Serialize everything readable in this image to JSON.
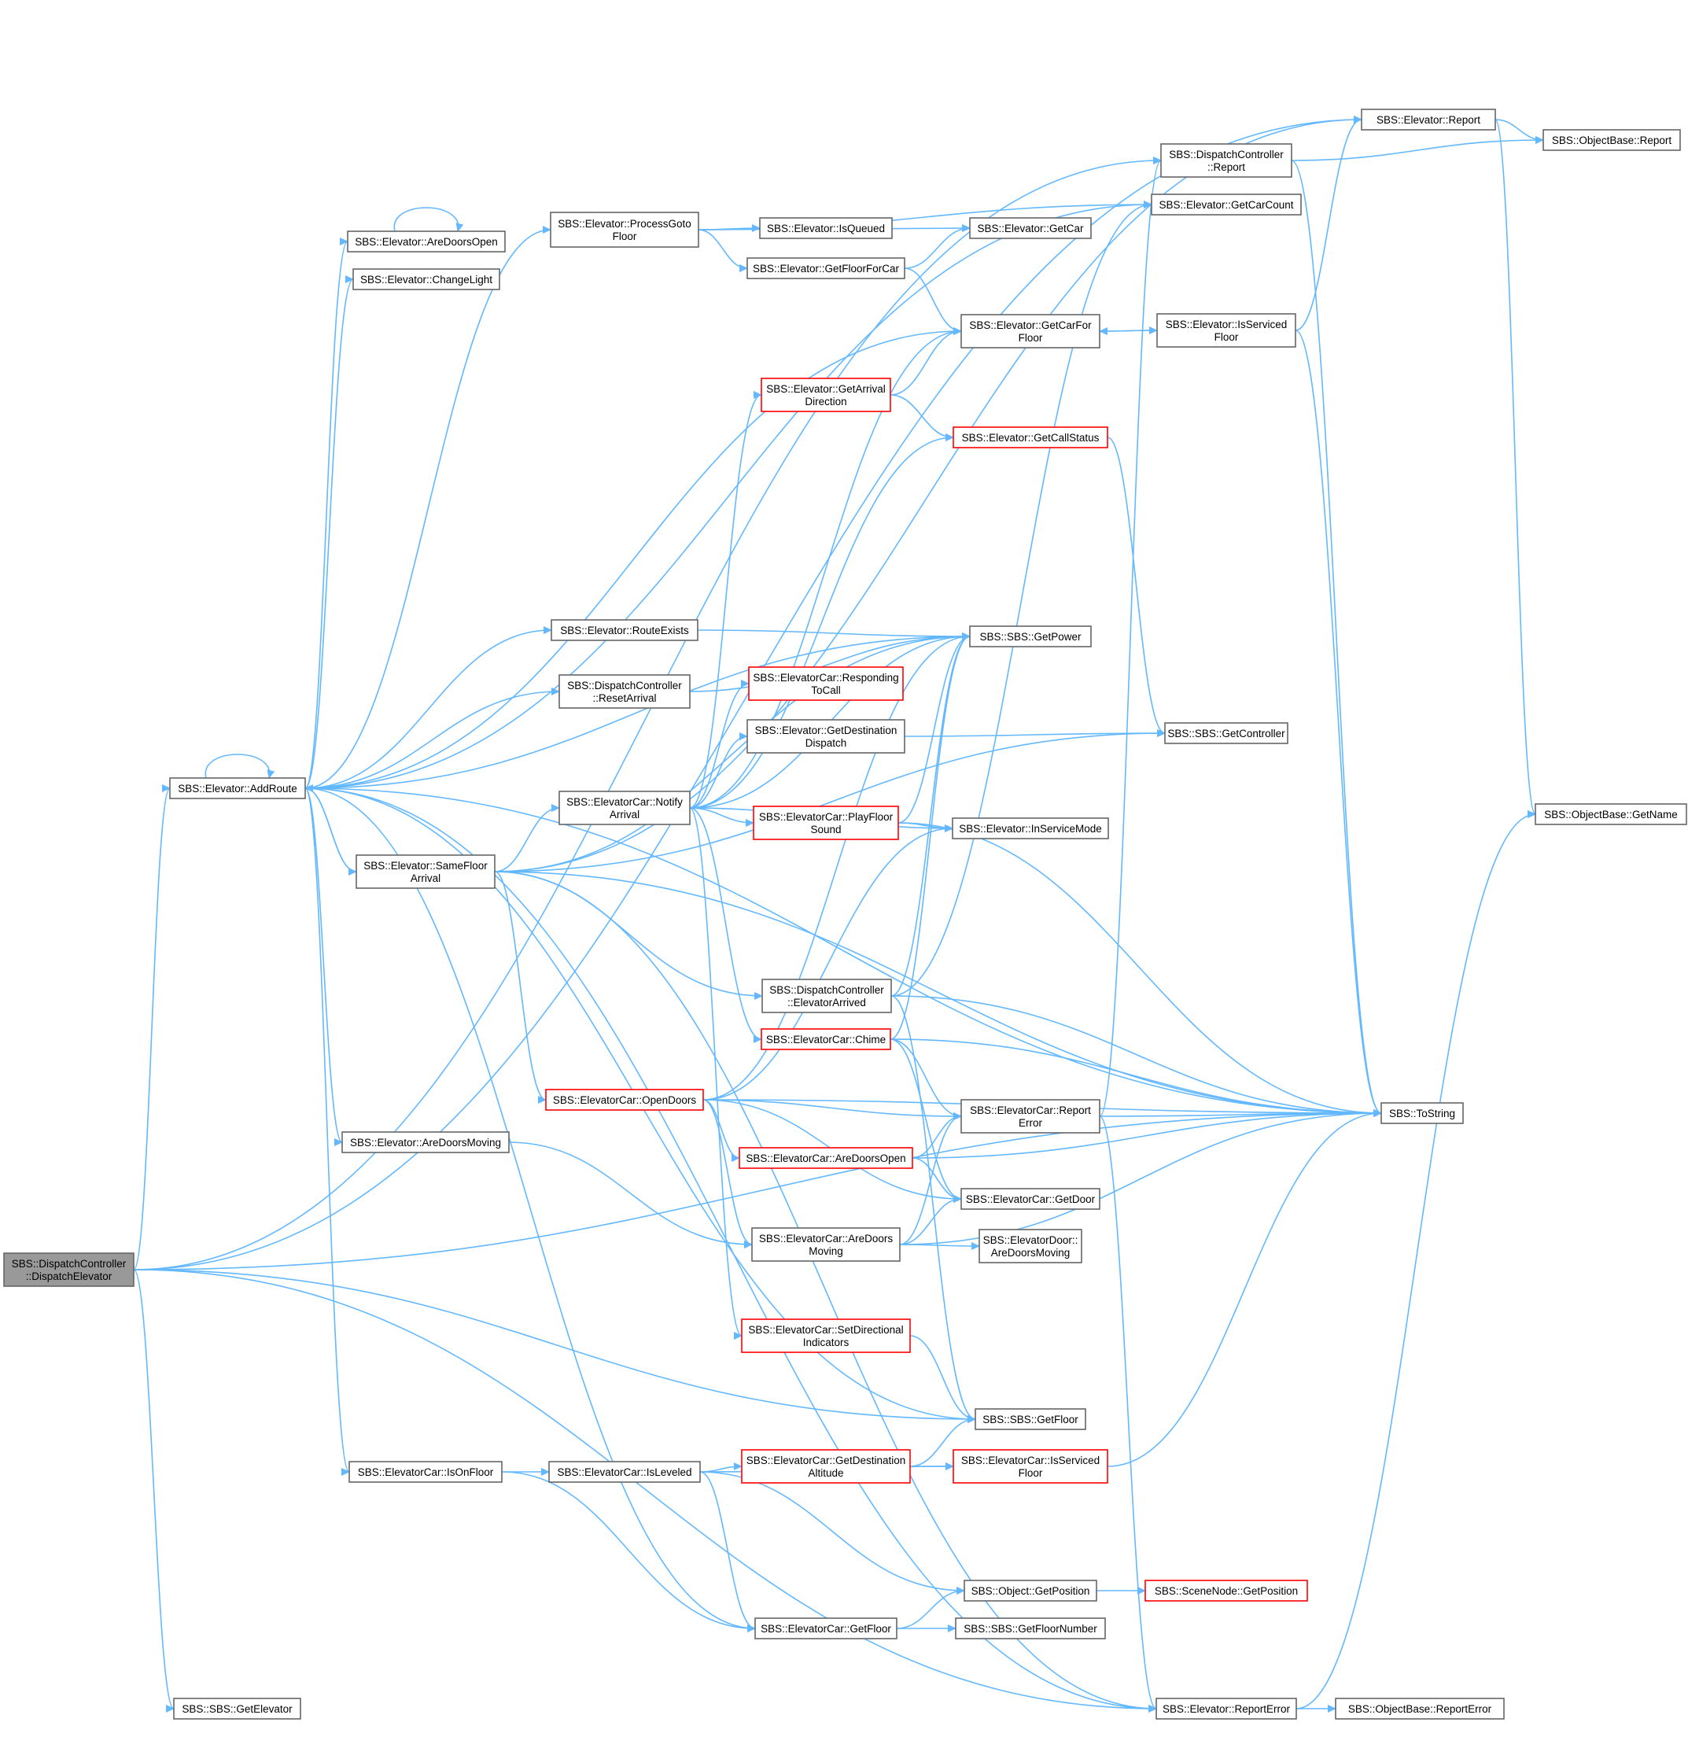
{
  "nodes": [
    {
      "id": "n0",
      "lines": [
        "SBS::DispatchController",
        "::DispatchElevator"
      ],
      "style": "root"
    },
    {
      "id": "n1",
      "lines": [
        "SBS::Elevator::AddRoute"
      ],
      "style": "normal"
    },
    {
      "id": "n2",
      "lines": [
        "SBS::SBS::GetElevator"
      ],
      "style": "normal"
    },
    {
      "id": "n3",
      "lines": [
        "SBS::Elevator::AreDoorsOpen"
      ],
      "style": "normal"
    },
    {
      "id": "n4",
      "lines": [
        "SBS::Elevator::ChangeLight"
      ],
      "style": "normal"
    },
    {
      "id": "n5",
      "lines": [
        "SBS::Elevator::ProcessGoto",
        "Floor"
      ],
      "style": "normal"
    },
    {
      "id": "n6",
      "lines": [
        "SBS::Elevator::RouteExists"
      ],
      "style": "normal"
    },
    {
      "id": "n7",
      "lines": [
        "SBS::DispatchController",
        "::ResetArrival"
      ],
      "style": "normal"
    },
    {
      "id": "n8",
      "lines": [
        "SBS::Elevator::SameFloor",
        "Arrival"
      ],
      "style": "normal"
    },
    {
      "id": "n9",
      "lines": [
        "SBS::Elevator::AreDoorsMoving"
      ],
      "style": "normal"
    },
    {
      "id": "n10",
      "lines": [
        "SBS::ElevatorCar::IsOnFloor"
      ],
      "style": "normal"
    },
    {
      "id": "n11",
      "lines": [
        "SBS::Elevator::IsQueued"
      ],
      "style": "normal"
    },
    {
      "id": "n12",
      "lines": [
        "SBS::Elevator::GetFloorForCar"
      ],
      "style": "normal"
    },
    {
      "id": "n13",
      "lines": [
        "SBS::Elevator::GetArrival",
        "Direction"
      ],
      "style": "red"
    },
    {
      "id": "n14",
      "lines": [
        "SBS::ElevatorCar::Responding",
        "ToCall"
      ],
      "style": "red"
    },
    {
      "id": "n15",
      "lines": [
        "SBS::Elevator::GetDestination",
        "Dispatch"
      ],
      "style": "normal"
    },
    {
      "id": "n16",
      "lines": [
        "SBS::ElevatorCar::Notify",
        "Arrival"
      ],
      "style": "normal"
    },
    {
      "id": "n17",
      "lines": [
        "SBS::ElevatorCar::PlayFloor",
        "Sound"
      ],
      "style": "red"
    },
    {
      "id": "n18",
      "lines": [
        "SBS::DispatchController",
        "::ElevatorArrived"
      ],
      "style": "normal"
    },
    {
      "id": "n19",
      "lines": [
        "SBS::ElevatorCar::Chime"
      ],
      "style": "red"
    },
    {
      "id": "n20",
      "lines": [
        "SBS::ElevatorCar::OpenDoors"
      ],
      "style": "red"
    },
    {
      "id": "n21",
      "lines": [
        "SBS::ElevatorCar::AreDoorsOpen"
      ],
      "style": "red"
    },
    {
      "id": "n22",
      "lines": [
        "SBS::ElevatorCar::AreDoors",
        "Moving"
      ],
      "style": "normal"
    },
    {
      "id": "n23",
      "lines": [
        "SBS::ElevatorCar::SetDirectional",
        "Indicators"
      ],
      "style": "red"
    },
    {
      "id": "n24",
      "lines": [
        "SBS::ElevatorCar::IsLeveled"
      ],
      "style": "normal"
    },
    {
      "id": "n25",
      "lines": [
        "SBS::ElevatorCar::GetDestination",
        "Altitude"
      ],
      "style": "red"
    },
    {
      "id": "n26",
      "lines": [
        "SBS::ElevatorCar::GetFloor"
      ],
      "style": "normal"
    },
    {
      "id": "n27",
      "lines": [
        "SBS::Elevator::GetCar"
      ],
      "style": "normal"
    },
    {
      "id": "n28",
      "lines": [
        "SBS::Elevator::GetCarFor",
        "Floor"
      ],
      "style": "normal"
    },
    {
      "id": "n29",
      "lines": [
        "SBS::Elevator::GetCallStatus"
      ],
      "style": "red"
    },
    {
      "id": "n30",
      "lines": [
        "SBS::SBS::GetPower"
      ],
      "style": "normal"
    },
    {
      "id": "n31",
      "lines": [
        "SBS::Elevator::InServiceMode"
      ],
      "style": "normal"
    },
    {
      "id": "n32",
      "lines": [
        "SBS::ElevatorCar::Report",
        "Error"
      ],
      "style": "normal"
    },
    {
      "id": "n33",
      "lines": [
        "SBS::ElevatorCar::GetDoor"
      ],
      "style": "normal"
    },
    {
      "id": "n34",
      "lines": [
        "SBS::ElevatorDoor::",
        "AreDoorsMoving"
      ],
      "style": "normal"
    },
    {
      "id": "n35",
      "lines": [
        "SBS::SBS::GetFloor"
      ],
      "style": "normal"
    },
    {
      "id": "n36",
      "lines": [
        "SBS::ElevatorCar::IsServiced",
        "Floor"
      ],
      "style": "red"
    },
    {
      "id": "n37",
      "lines": [
        "SBS::Object::GetPosition"
      ],
      "style": "normal"
    },
    {
      "id": "n38",
      "lines": [
        "SBS::SBS::GetFloorNumber"
      ],
      "style": "normal"
    },
    {
      "id": "n39",
      "lines": [
        "SBS::Elevator::Report"
      ],
      "style": "normal"
    },
    {
      "id": "n40",
      "lines": [
        "SBS::DispatchController",
        "::Report"
      ],
      "style": "normal"
    },
    {
      "id": "n41",
      "lines": [
        "SBS::Elevator::GetCarCount"
      ],
      "style": "normal"
    },
    {
      "id": "n42",
      "lines": [
        "SBS::Elevator::IsServiced",
        "Floor"
      ],
      "style": "normal"
    },
    {
      "id": "n43",
      "lines": [
        "SBS::SBS::GetController"
      ],
      "style": "normal"
    },
    {
      "id": "n44",
      "lines": [
        "SBS::ToString"
      ],
      "style": "normal"
    },
    {
      "id": "n45",
      "lines": [
        "SBS::SceneNode::GetPosition"
      ],
      "style": "red"
    },
    {
      "id": "n46",
      "lines": [
        "SBS::Elevator::ReportError"
      ],
      "style": "normal"
    },
    {
      "id": "n47",
      "lines": [
        "SBS::ObjectBase::Report"
      ],
      "style": "normal"
    },
    {
      "id": "n48",
      "lines": [
        "SBS::ObjectBase::GetName"
      ],
      "style": "normal"
    },
    {
      "id": "n49",
      "lines": [
        "SBS::ObjectBase::ReportError"
      ],
      "style": "normal"
    }
  ],
  "edges": [
    [
      "n0",
      "n1"
    ],
    [
      "n0",
      "n2"
    ],
    [
      "n0",
      "n39"
    ],
    [
      "n0",
      "n40"
    ],
    [
      "n0",
      "n44"
    ],
    [
      "n0",
      "n35"
    ],
    [
      "n0",
      "n46"
    ],
    [
      "n1",
      "n1"
    ],
    [
      "n1",
      "n3"
    ],
    [
      "n1",
      "n4"
    ],
    [
      "n1",
      "n5"
    ],
    [
      "n1",
      "n6"
    ],
    [
      "n1",
      "n7"
    ],
    [
      "n1",
      "n8"
    ],
    [
      "n1",
      "n9"
    ],
    [
      "n1",
      "n10"
    ],
    [
      "n1",
      "n41"
    ],
    [
      "n1",
      "n28"
    ],
    [
      "n1",
      "n30"
    ],
    [
      "n1",
      "n44"
    ],
    [
      "n1",
      "n35"
    ],
    [
      "n1",
      "n26"
    ],
    [
      "n1",
      "n46"
    ],
    [
      "n3",
      "n3"
    ],
    [
      "n5",
      "n11"
    ],
    [
      "n5",
      "n12"
    ],
    [
      "n5",
      "n27"
    ],
    [
      "n5",
      "n41"
    ],
    [
      "n6",
      "n30"
    ],
    [
      "n7",
      "n30"
    ],
    [
      "n8",
      "n16"
    ],
    [
      "n8",
      "n18"
    ],
    [
      "n8",
      "n20"
    ],
    [
      "n8",
      "n30"
    ],
    [
      "n8",
      "n44"
    ],
    [
      "n8",
      "n46"
    ],
    [
      "n8",
      "n39"
    ],
    [
      "n8",
      "n43"
    ],
    [
      "n8",
      "n1"
    ],
    [
      "n9",
      "n22"
    ],
    [
      "n10",
      "n24"
    ],
    [
      "n10",
      "n26"
    ],
    [
      "n12",
      "n27"
    ],
    [
      "n12",
      "n28"
    ],
    [
      "n13",
      "n28"
    ],
    [
      "n13",
      "n29"
    ],
    [
      "n15",
      "n43"
    ],
    [
      "n16",
      "n13"
    ],
    [
      "n16",
      "n14"
    ],
    [
      "n16",
      "n15"
    ],
    [
      "n16",
      "n17"
    ],
    [
      "n16",
      "n19"
    ],
    [
      "n16",
      "n23"
    ],
    [
      "n16",
      "n29"
    ],
    [
      "n16",
      "n30"
    ],
    [
      "n16",
      "n31"
    ],
    [
      "n16",
      "n28"
    ],
    [
      "n17",
      "n30"
    ],
    [
      "n17",
      "n31"
    ],
    [
      "n17",
      "n44"
    ],
    [
      "n18",
      "n30"
    ],
    [
      "n18",
      "n35"
    ],
    [
      "n18",
      "n41"
    ],
    [
      "n18",
      "n44"
    ],
    [
      "n19",
      "n30"
    ],
    [
      "n19",
      "n32"
    ],
    [
      "n19",
      "n33"
    ],
    [
      "n19",
      "n44"
    ],
    [
      "n20",
      "n21"
    ],
    [
      "n20",
      "n22"
    ],
    [
      "n20",
      "n32"
    ],
    [
      "n20",
      "n33"
    ],
    [
      "n20",
      "n30"
    ],
    [
      "n20",
      "n31"
    ],
    [
      "n20",
      "n44"
    ],
    [
      "n21",
      "n32"
    ],
    [
      "n21",
      "n33"
    ],
    [
      "n21",
      "n44"
    ],
    [
      "n22",
      "n32"
    ],
    [
      "n22",
      "n33"
    ],
    [
      "n22",
      "n34"
    ],
    [
      "n22",
      "n44"
    ],
    [
      "n23",
      "n35"
    ],
    [
      "n24",
      "n25"
    ],
    [
      "n24",
      "n36"
    ],
    [
      "n24",
      "n37"
    ],
    [
      "n24",
      "n26"
    ],
    [
      "n25",
      "n35"
    ],
    [
      "n25",
      "n36"
    ],
    [
      "n26",
      "n37"
    ],
    [
      "n26",
      "n38"
    ],
    [
      "n28",
      "n42"
    ],
    [
      "n29",
      "n43"
    ],
    [
      "n32",
      "n40"
    ],
    [
      "n32",
      "n44"
    ],
    [
      "n32",
      "n46"
    ],
    [
      "n36",
      "n44"
    ],
    [
      "n37",
      "n45"
    ],
    [
      "n39",
      "n47"
    ],
    [
      "n39",
      "n48"
    ],
    [
      "n40",
      "n47"
    ],
    [
      "n40",
      "n44"
    ],
    [
      "n42",
      "n28"
    ],
    [
      "n42",
      "n39"
    ],
    [
      "n42",
      "n44"
    ],
    [
      "n46",
      "n49"
    ],
    [
      "n46",
      "n48"
    ]
  ]
}
